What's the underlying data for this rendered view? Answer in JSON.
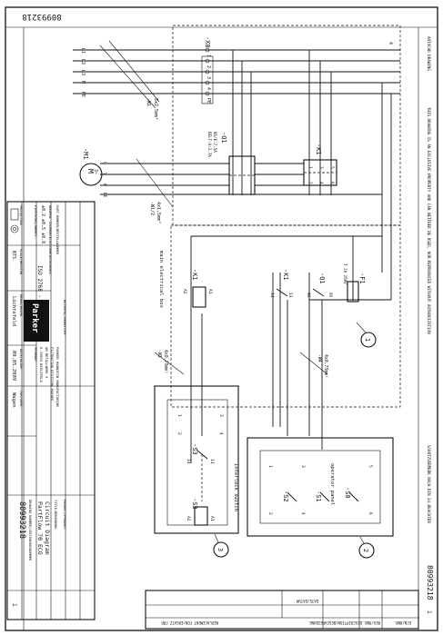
{
  "drawing": {
    "number": "80993218",
    "copyright": "THIS DRAWING IS AN EXCLUSIVE PROPERTY AND CAN NEITHER BE USED, NOR REPRODUCED WITHOUT AUTHORIZATION",
    "header_left": "AUTOCAD DRAWING",
    "header_right": "SCHUTZVERMERK NACH DIN 34 BEACHTEN"
  },
  "terminals": {
    "x0_label": "-X0",
    "x0_sub": "12",
    "lines": [
      {
        "name": "L1",
        "num": "1"
      },
      {
        "name": "L2",
        "num": "2"
      },
      {
        "name": "L3",
        "num": "3"
      },
      {
        "name": "N",
        "num": "4"
      },
      {
        "name": "PE",
        "num": "PE"
      }
    ],
    "cable_w1": "-W1",
    "cable_w1_spec": "5x2,5mm²",
    "top_number": "4"
  },
  "contactor_k1": {
    "label": "-K1",
    "poles": [
      "1",
      "3",
      "5"
    ],
    "poles_bottom": [
      "2",
      "4",
      "6"
    ],
    "coil_label": "-K1",
    "coil_a1": "A1",
    "coil_a2": "A2",
    "contact_label": "-K1",
    "contact_13": "13",
    "contact_14": "14"
  },
  "breaker_q1": {
    "label": "-Q1",
    "spec_1": "BS/E:7.5A",
    "spec_2": "DELT:A:3.7A",
    "terminals_top": [
      "1",
      "3",
      "5"
    ],
    "terminals_bottom": [
      "2",
      "4",
      "6"
    ],
    "aux_label": "-Q1",
    "aux_95": "95",
    "aux_96": "96"
  },
  "motor": {
    "label": "-M1",
    "symbol": "M",
    "phases": "3~",
    "terminals": [
      "U",
      "V",
      "W",
      "PE"
    ],
    "cable": "-W1/2",
    "cable_spec": "4x1,5mm²"
  },
  "fuse_f1": {
    "label": "-F1",
    "spec": "T 2A 250V"
  },
  "main_box": {
    "label": "main electrical box",
    "ref": "1"
  },
  "cables": {
    "w3": "-W3",
    "w3_spec": "4x0,75mm²",
    "w4": "-W4",
    "w4_spec": "4x0,75mm²"
  },
  "interlock_box": {
    "label": "interlock switch",
    "ref": "3",
    "s3_label": "-S3",
    "s3_coil": "-S3",
    "terms": [
      "1",
      "2",
      "3",
      "4",
      "13",
      "14",
      "A1",
      "A2"
    ]
  },
  "operator_panel": {
    "label": "operator panel",
    "ref": "2",
    "s0_label": "-S0",
    "s1_label": "-S1",
    "s2_label": "-S2",
    "terms": [
      "1",
      "2",
      "3",
      "4",
      "5",
      "6"
    ]
  },
  "title_block": {
    "part_number_label": "PART NUMBER/BESTELLNUMMER",
    "general_tolerance": "GENERAL TOLERANCE/ALLGEMEINTOLERANZ",
    "tolerance": "±0.2  ±0.5  ±0.8",
    "tolerance_class": "ISO 2768 - K",
    "finishing": "FINISHING/OBERFL.",
    "projection": "PROJECTION",
    "scale_label": "SCALE/MASSTAB",
    "scale": "NTS",
    "drawn_label": "DRAWN/BEARB.",
    "drawn": "Lüchtefeld",
    "date_label": "DATE/DATUM",
    "date": "09.05.2009",
    "chk_label": "CHK/GEPR.",
    "chk": "Wagen",
    "material_label": "MATERIAL/WERKSTOFF",
    "company": "Parker",
    "division": "PARKER HANNIFIN MANUFACTURING",
    "division_2": "FILTRATION DIVISION EUROPE",
    "address_1": "AM METALLWERK 9",
    "address_2": "D-33659 BIELEFELD",
    "address_3": "GERMANY",
    "product": "PRODUCT/PRODUKT",
    "title_label": "TITLE/BENENNUNG",
    "title_1": "Circuit Diagram",
    "title_2": "PartFlow 70 ECO",
    "drawing_no_label": "DRAWING NUMBER/ZEICHNUNGSNUMMER",
    "drawing_no": "80993218",
    "sheet": "1"
  },
  "revision_block": {
    "replacement": "REPLACEMENT FOR/ERSATZ FÜR",
    "ecn": "ECN/ÄNR.",
    "rev": "REV/ÄND.",
    "description": "DESCRIPTION/BESCHREIBUNG",
    "date": "DATE/DATUM",
    "sheet": "1"
  }
}
